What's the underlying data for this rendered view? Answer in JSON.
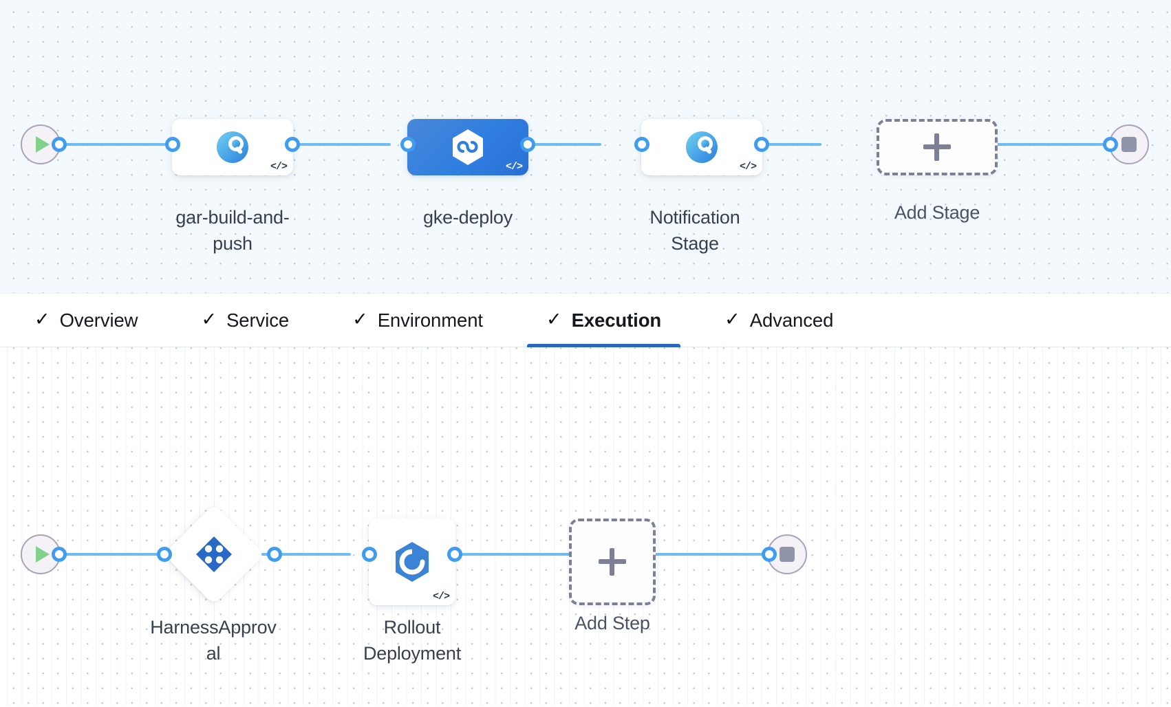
{
  "colors": {
    "edge": "#6fbcf0",
    "port_ring": "#3f9cf0",
    "selected_node": "#2f7fe0",
    "active_tab_underline": "#2a66c4",
    "canvas_top_bg": "#f3f9fc",
    "canvas_bottom_bg": "#ffffff",
    "dash_border": "#7c7f96",
    "play_green": "#7fd18c",
    "stop_gray": "#9095ab"
  },
  "stage_graph": {
    "start_node": {
      "name": "pipeline-start",
      "icon": "play-icon"
    },
    "end_node": {
      "name": "pipeline-end",
      "icon": "stop-icon"
    },
    "nodes": [
      {
        "label": "gar-build-and-push",
        "label_lines": [
          "gar-build-and-",
          "push"
        ],
        "icon": "custom-stage-icon",
        "badge": "</>",
        "selected": false
      },
      {
        "label": "gke-deploy",
        "label_lines": [
          "gke-deploy"
        ],
        "icon": "harness-deploy-hexagon-icon",
        "badge": "</>",
        "selected": true
      },
      {
        "label": "Notification Stage",
        "label_lines": [
          "Notification",
          "Stage"
        ],
        "icon": "custom-stage-icon",
        "badge": "</>",
        "selected": false
      }
    ],
    "add_node": {
      "label": "Add Stage",
      "icon": "plus-icon"
    }
  },
  "tabs": [
    {
      "label": "Overview",
      "icon": "check-icon",
      "active": false
    },
    {
      "label": "Service",
      "icon": "check-icon",
      "active": false
    },
    {
      "label": "Environment",
      "icon": "check-icon",
      "active": false
    },
    {
      "label": "Execution",
      "icon": "check-icon",
      "active": true
    },
    {
      "label": "Advanced",
      "icon": "check-icon",
      "active": false
    }
  ],
  "step_graph": {
    "start_node": {
      "name": "execution-start",
      "icon": "play-icon"
    },
    "end_node": {
      "name": "execution-end",
      "icon": "stop-icon"
    },
    "nodes": [
      {
        "label": "HarnessApproval",
        "label_lines": [
          "HarnessApprov",
          "al"
        ],
        "icon": "harness-approval-diamond-icon",
        "shape": "diamond",
        "badge": ""
      },
      {
        "label": "Rollout Deployment",
        "label_lines": [
          "Rollout",
          "Deployment"
        ],
        "icon": "k8s-rollout-icon",
        "shape": "rounded-square",
        "badge": "</>"
      }
    ],
    "add_node": {
      "label": "Add Step",
      "icon": "plus-icon"
    }
  }
}
